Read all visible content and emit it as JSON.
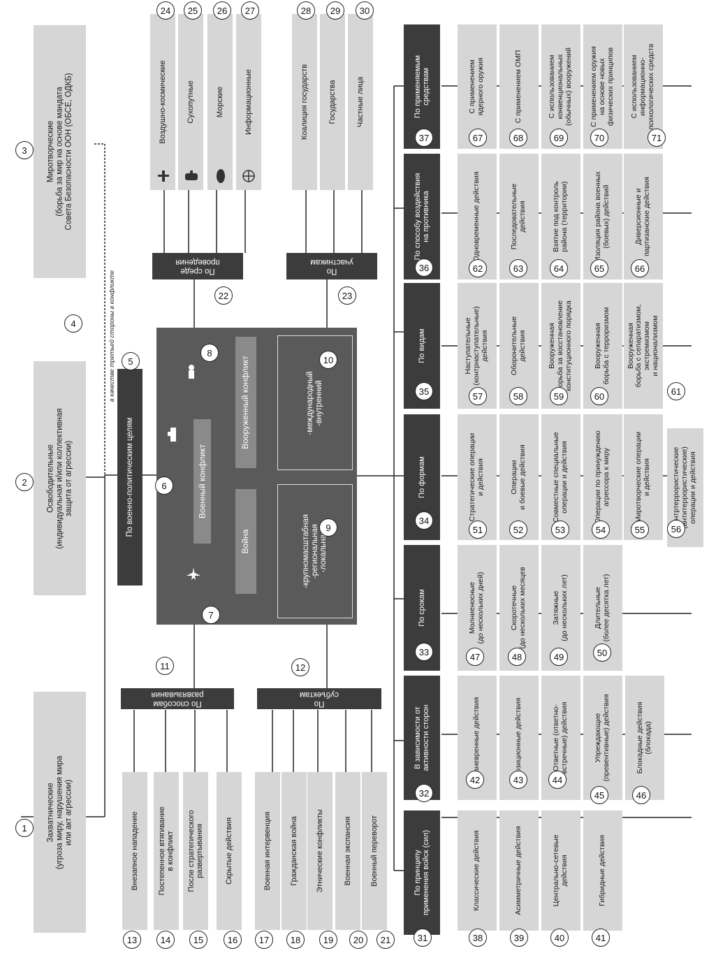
{
  "top_goals": {
    "1": "Захватнические\n(угроза миру, нарушения мира\nили акт агрессии)",
    "2": "Освободительные\n(индивидуальная и/или коллективная\nзащита от агрессии)",
    "3": "Миротворческие\n(борьба за мир на основе мандата\nСовета Безопасности ООН (ОБСЕ, ОДКБ)",
    "4": "в качестве третьей стороны в конфликте",
    "5": "По военно-политическим целям"
  },
  "center": {
    "military_conflict": "Военный конфликт",
    "war": "Война",
    "armed_conflict": "Вооруженный конфликт",
    "war_types": "-крупномасштабная\n-региональная\n-локальная",
    "armed_types": "-международный\n-внутренний"
  },
  "categories": {
    "c11": "По способам\nразвязывания",
    "c12": "По\nсубъектам",
    "c22": "По среде\nпроведения",
    "c23": "По\nучастникам",
    "c31": "По принципу\nприменения войск (сил)",
    "c32": "В зависимости от\nактивности сторон",
    "c33": "По срокам",
    "c34": "По формам",
    "c35": "По видам",
    "c36": "По способу воздействия\nна противника",
    "c37": "По применяемым\nсредствам"
  },
  "items": {
    "13": "Внезапное нападение",
    "14": "Постепенное втягивание\nв конфликт",
    "15": "После стратегического\nразвертывания",
    "16": "Скрытые действия",
    "17": "Военная интервенция",
    "18": "Гражданская война",
    "19": "Этнические конфликты",
    "20": "Военная экспансия",
    "21": "Военный переворот",
    "24": "Воздушно-космические",
    "25": "Сухопутные",
    "26": "Морские",
    "27": "Информационные",
    "28": "Коалиция государств",
    "29": "Государства",
    "30": "Частные лица",
    "38": "Классические действия",
    "39": "Асимметричные действия",
    "40": "Центрально-сетевые\nдействия",
    "41": "Гибридные действия",
    "42": "Маневренные действия",
    "43": "Позиционные действия",
    "44": "Ответные (ответно-\nвстречные) действия",
    "45": "Упреждающие\n(превентивные) действия",
    "46": "Блокадные действия\n(блокада)",
    "47": "Молниеносные\n(до нескольких дней)",
    "48": "Скоротечные\n(до нескольких месяцев",
    "49": "Затяжные\n(до нескольких лет)",
    "50": "Длительные\n(более десятка лет)",
    "51": "Стратегические операции\nи действия",
    "52": "Операции\nи боевые действия",
    "53": "Совместные специальные\nоперации и действия",
    "54": "Операции по принуждению\nагрессора к миру",
    "55": "Миротворческие операции\nи действия",
    "56": "Контртеррористические\n(антитеррористические)\nоперации и действия",
    "57": "Наступательные\n(контрнаступательные)\nдействия",
    "58": "Оборонительные\nдействия",
    "59": "Вооруженная\nборьба за восстановление\nконституционного порядка",
    "60": "Вооруженная\nборьба с терроризмом",
    "61": "Вооруженная\nборьба с сепаратизмом,\nэкстремизмом\nи национализмом",
    "62": "Одновременные действия",
    "63": "Последовательные\nдействия",
    "64": "Взятие под контроль\nрайона (территории)",
    "65": "Изоляция района военных\n(боевых) действий",
    "66": "Диверсионные и\nпартизанские действия",
    "67": "С применением\nядерного оружия",
    "68": "С применением ОМП",
    "69": "С использованием\nконвенциональных\n(обычных) вооружений",
    "70": "С применением оружия\nна основе новых\nфизических принципов",
    "71": "С использованием\nинформационно-\nпсихологических средств"
  },
  "icons": {
    "24": "satellite-icon",
    "25": "tank-icon",
    "26": "submarine-icon",
    "27": "globe-icon",
    "6": "warship-icon",
    "7": "fighter-jet-icon",
    "8": "soldier-icon"
  },
  "colors": {
    "dark_box": "#3c3c3c",
    "light_box": "#d6d6d6",
    "center": "#5a5a5a"
  }
}
